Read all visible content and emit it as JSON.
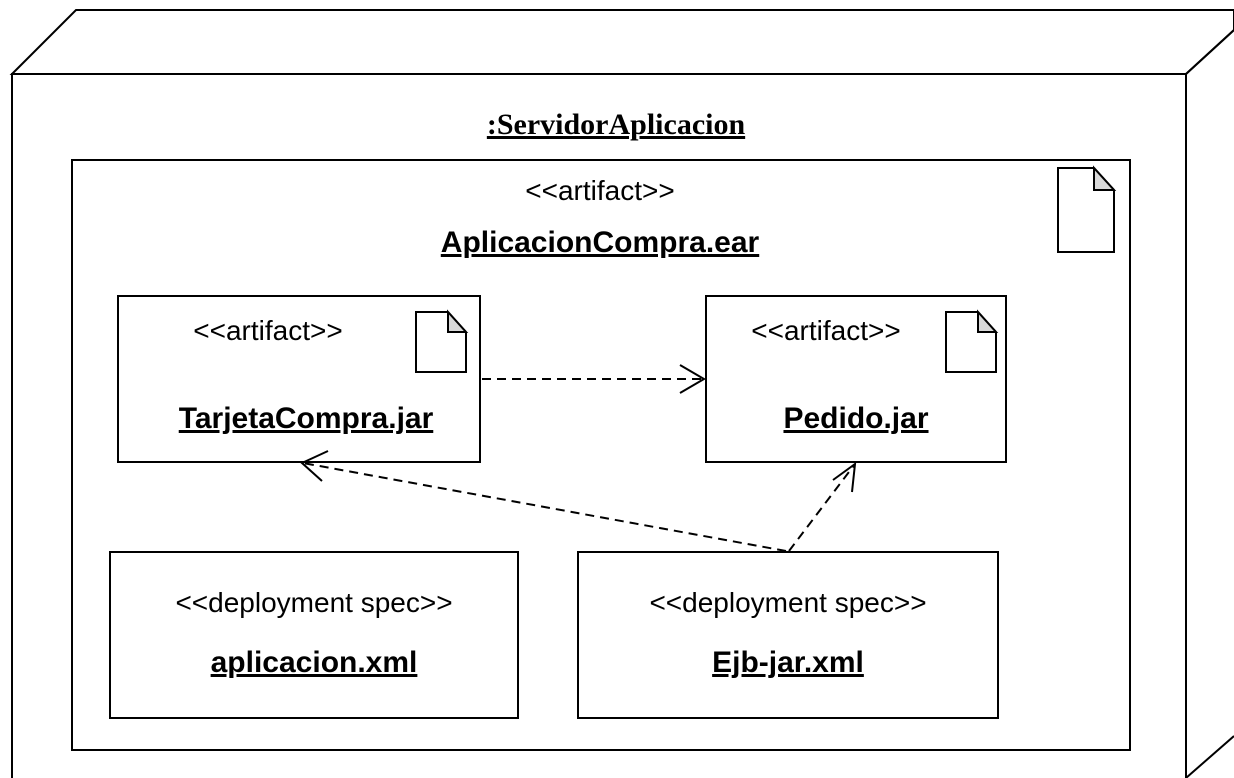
{
  "node": {
    "title": ":ServidorAplicacion"
  },
  "ear": {
    "stereotype": "<<artifact>>",
    "name": "AplicacionCompra.ear"
  },
  "tarjeta": {
    "stereotype": "<<artifact>>",
    "name": "TarjetaCompra.jar"
  },
  "pedido": {
    "stereotype": "<<artifact>>",
    "name": "Pedido.jar"
  },
  "aplicacion_spec": {
    "stereotype": "<<deployment spec>>",
    "name": "aplicacion.xml"
  },
  "ejb_spec": {
    "stereotype": "<<deployment spec>>",
    "name": "Ejb-jar.xml"
  },
  "icons": {
    "artifact": "document-icon"
  }
}
